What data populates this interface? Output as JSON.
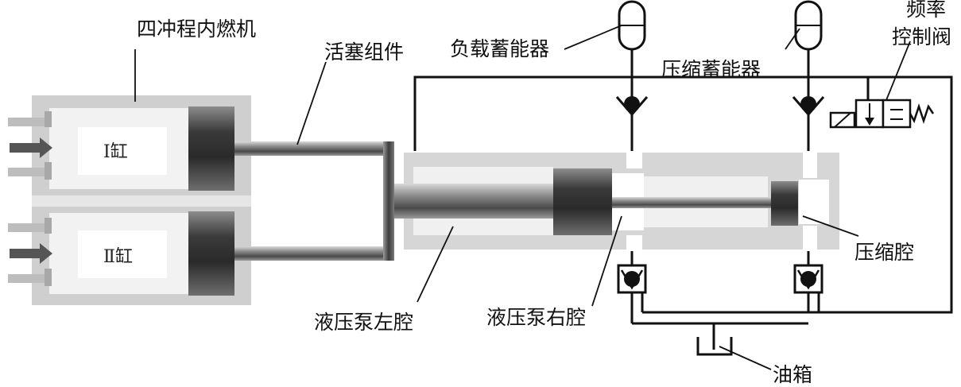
{
  "labels": {
    "engine": "四冲程内燃机",
    "piston_assembly": "活塞组件",
    "load_accumulator": "负载蓄能器",
    "compression_accumulator": "压缩蓄能器",
    "frequency_valve_line1": "频率",
    "frequency_valve_line2": "控制阀",
    "cylinder_1": "Ⅰ缸",
    "cylinder_2": "Ⅱ缸",
    "compression_chamber": "压缩腔",
    "pump_left_chamber": "液压泵左腔",
    "pump_right_chamber": "液压泵右腔",
    "oil_tank": "油箱"
  }
}
